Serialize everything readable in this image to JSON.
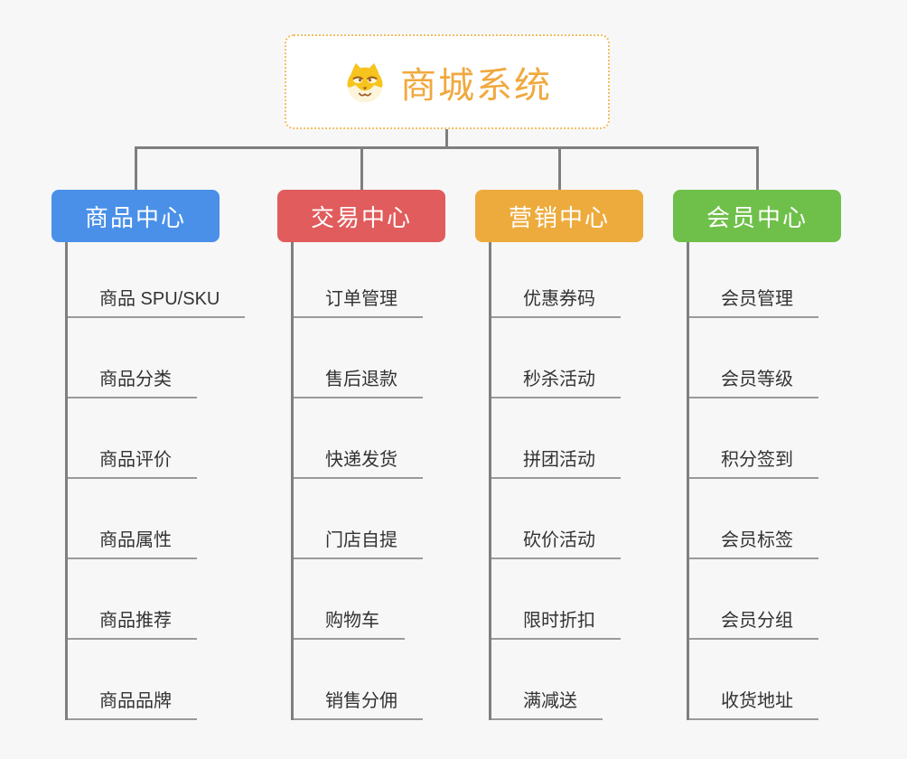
{
  "canvas": {
    "background_color": "#f7f7f7",
    "connector_color": "#7f7f7f",
    "leaf_underline_color": "#9a9a9a",
    "leaf_text_color": "#333333"
  },
  "root": {
    "label": "商城系统",
    "icon": "dog-face-icon",
    "text_color": "#f0a93e",
    "border_color": "#f2be63",
    "background": "#ffffff"
  },
  "branches": [
    {
      "label": "商品中心",
      "color": "#4a90e8",
      "items": [
        "商品 SPU/SKU",
        "商品分类",
        "商品评价",
        "商品属性",
        "商品推荐",
        "商品品牌"
      ]
    },
    {
      "label": "交易中心",
      "color": "#e15c5c",
      "items": [
        "订单管理",
        "售后退款",
        "快递发货",
        "门店自提",
        "购物车",
        "销售分佣"
      ]
    },
    {
      "label": "营销中心",
      "color": "#edab3d",
      "items": [
        "优惠券码",
        "秒杀活动",
        "拼团活动",
        "砍价活动",
        "限时折扣",
        "满减送"
      ]
    },
    {
      "label": "会员中心",
      "color": "#6fc04a",
      "items": [
        "会员管理",
        "会员等级",
        "积分签到",
        "会员标签",
        "会员分组",
        "收货地址"
      ]
    }
  ]
}
